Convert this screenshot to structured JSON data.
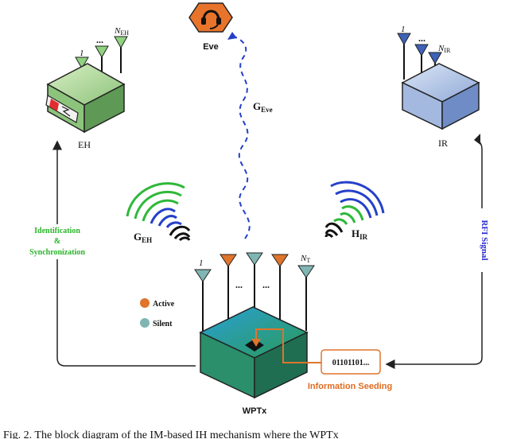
{
  "nodes": {
    "eve": {
      "label": "Eve"
    },
    "eh": {
      "label": "EH",
      "antenna_first": "1",
      "antenna_dots": "...",
      "antenna_last_base": "N",
      "antenna_last_sub": "EH"
    },
    "ir": {
      "label": "IR",
      "antenna_first": "1",
      "antenna_dots": "...",
      "antenna_last_base": "N",
      "antenna_last_sub": "IR"
    },
    "wptx": {
      "label": "WPTx",
      "antenna_first": "1",
      "antenna_dots1": "...",
      "antenna_dots2": "...",
      "antenna_last_base": "N",
      "antenna_last_sub": "T"
    }
  },
  "channels": {
    "eve": {
      "base": "G",
      "sub": "Eve"
    },
    "eh": {
      "base": "G",
      "sub": "EH"
    },
    "ir": {
      "base": "H",
      "sub": "IR"
    }
  },
  "links": {
    "identification": {
      "line1": "Identification",
      "line2": "&",
      "line3": "Synchronization"
    },
    "rfi": {
      "label": "RFI Signal"
    },
    "seed": {
      "value": "01101101...",
      "label": "Information Seeding"
    }
  },
  "legend": {
    "active": "Active",
    "silent": "Silent"
  },
  "caption": {
    "text": "Fig. 2. The block diagram of the IM-based IH mechanism where the WPTx"
  },
  "colors": {
    "active": "#e0742b",
    "silent": "#7fb6b3",
    "green_text": "#2bb32b",
    "blue_text": "#2b2bd0",
    "orange_text": "#e06b20"
  }
}
